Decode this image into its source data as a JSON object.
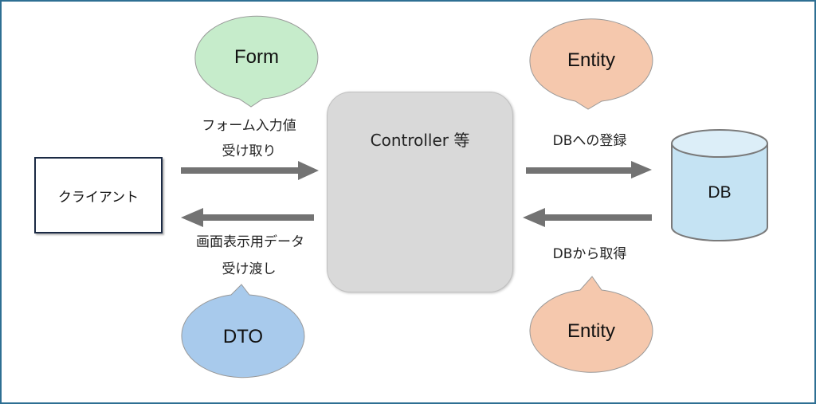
{
  "client": {
    "label": "クライアント"
  },
  "controller": {
    "label": "Controller 等"
  },
  "db": {
    "label": "DB",
    "fill": "#c5e3f3"
  },
  "bubbles": {
    "form": {
      "label": "Form",
      "fill": "#c6eccb"
    },
    "entity_top": {
      "label": "Entity",
      "fill": "#f5c8ad"
    },
    "dto": {
      "label": "DTO",
      "fill": "#a8caec"
    },
    "entity_bottom": {
      "label": "Entity",
      "fill": "#f5c8ad"
    }
  },
  "arrows": {
    "client_to_controller": {
      "line1": "フォーム入力値",
      "line2": "受け取り"
    },
    "controller_to_client": {
      "line1": "画面表示用データ",
      "line2": "受け渡し"
    },
    "controller_to_db": {
      "label": "DBへの登録"
    },
    "db_to_controller": {
      "label": "DBから取得"
    }
  },
  "colors": {
    "arrow": "#737373",
    "frame": "#2e6f93"
  }
}
